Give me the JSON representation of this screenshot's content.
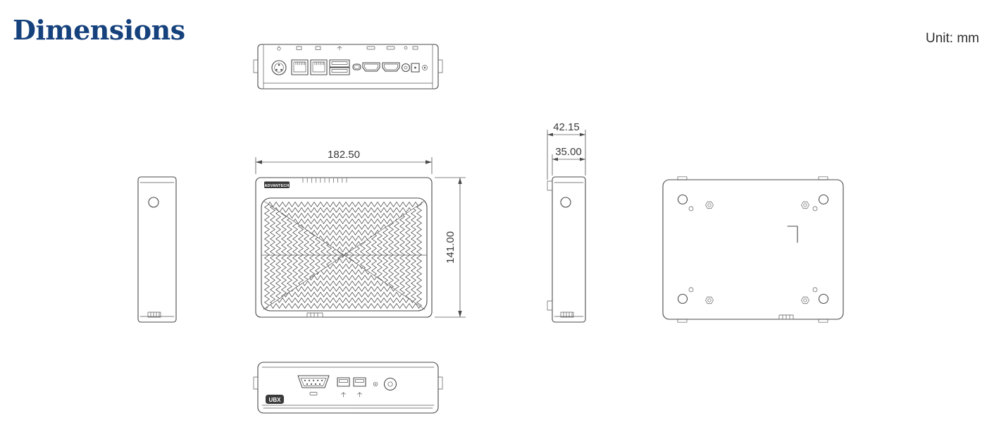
{
  "header": {
    "title": "Dimensions",
    "unit": "Unit: mm"
  },
  "colors": {
    "accent": "#15417c",
    "line": "#4a4a4a",
    "dim_text": "#3a3a3a"
  },
  "dimensions": {
    "width": "182.50",
    "height": "141.00",
    "depth_total": "42.15",
    "depth_body": "35.00"
  },
  "labels": {
    "brand": "ADVANTECH",
    "model": "UBX"
  },
  "views": {
    "rear_panel": {
      "ports": [
        "dc-power-jack",
        "lan-port-1",
        "lan-port-2",
        "usb-stack",
        "mini-port",
        "hdmi-port-1",
        "hdmi-port-2",
        "audio-jack",
        "power-connector",
        "ground-stud"
      ]
    },
    "left_side": {
      "features": [
        "thumb-screw-hole",
        "vent-slot"
      ]
    },
    "top": {
      "features": [
        "brand-logo",
        "x-vent-pattern"
      ]
    },
    "right_side": {
      "features": [
        "thumb-screw-hole",
        "vent-slot",
        "mounting-flange"
      ]
    },
    "bottom": {
      "features": [
        "screw-holes",
        "hex-standoffs",
        "orientation-mark"
      ]
    },
    "front_panel": {
      "ports": [
        "com-port",
        "usb-port-1",
        "usb-port-2",
        "power-led",
        "power-button"
      ]
    }
  }
}
